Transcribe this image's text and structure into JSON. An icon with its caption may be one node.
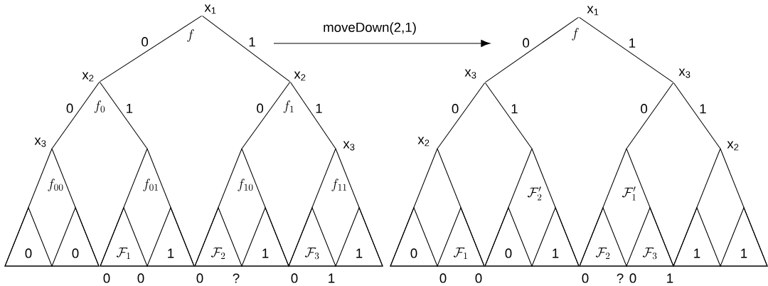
{
  "diagram": {
    "nodes": [
      {
        "text": [
          "x$_{1}$",
          "f"
        ]
      },
      {
        "text": [
          "x$_{2}$",
          "f_0"
        ]
      },
      {
        "text": [
          "x$_{2}$",
          "f_1"
        ]
      },
      {
        "text": [
          "f_{00}"
        ],
        "beside": [
          "x$_{3}$"
        ]
      },
      {
        "text": [
          "0"
        ],
        "in": 3
      },
      {
        "text": [
          "0"
        ],
        "in": 3
      },
      {
        "text": [
          "f_{01}"
        ]
      },
      {
        "text": [
          "\\mathcal{F}_1"
        ],
        "in": 6
      },
      {
        "text": [
          "1"
        ],
        "in": 6
      },
      {
        "text": [
          "f_{10}"
        ]
      },
      {
        "text": [
          "\\mathcal{F}_2"
        ],
        "in": 9
      },
      {
        "text": [
          "1"
        ],
        "in": 9
      },
      {
        "text": [
          "f_{11}"
        ],
        "beside": [
          "x$_{3}$"
        ]
      },
      {
        "text": [
          "\\mathcal{F}_3"
        ],
        "in": 12
      },
      {
        "text": [
          "1"
        ],
        "in": 12
      },
      {
        "text": [
          "x$_{1}$",
          "f"
        ]
      },
      {
        "text": [
          "x$_{3}$"
        ]
      },
      {
        "text": [
          "x$_{3}$"
        ]
      },
      {
        "text": [],
        "shape": "triangle",
        "beside": [
          "x$_{2}$"
        ]
      },
      {
        "text": [
          "0"
        ],
        "in": 18
      },
      {
        "text": [
          "\\mathcal{F}_1"
        ],
        "in": 18
      },
      {
        "text": [
          "\\mathcal{F}'_2"
        ]
      },
      {
        "text": [
          "0"
        ],
        "in": 21
      },
      {
        "text": [
          "1"
        ],
        "in": 21
      },
      {
        "text": [
          "\\mathcal{F}'_1"
        ]
      },
      {
        "text": [
          "\\mathcal{F}_2"
        ],
        "in": 24
      },
      {
        "text": [
          "\\mathcal{F}_3"
        ],
        "in": 24
      },
      {
        "text": [],
        "shape": "triangle",
        "beside": [
          "x$_{2}$"
        ]
      },
      {
        "text": [
          "1"
        ],
        "in": 27
      },
      {
        "text": [
          "1"
        ],
        "in": 27
      }
    ],
    "edges": [
      {
        "from": 0,
        "to": 1,
        "arrow": "none",
        "label": "0"
      },
      {
        "from": 0,
        "to": 2,
        "arrow": "none",
        "label": "1"
      },
      {
        "from": 1,
        "to": 3,
        "arrow": "none",
        "label": "0"
      },
      {
        "from": 1,
        "to": 6,
        "arrow": "none",
        "label": "1"
      },
      {
        "from": 2,
        "to": 9,
        "arrow": "none",
        "label": "0"
      },
      {
        "from": 2,
        "to": 12,
        "arrow": "none",
        "label": "1"
      },
      {
        "from": 15,
        "to": 16,
        "arrow": "none",
        "label": "0"
      },
      {
        "from": 15,
        "to": 17,
        "arrow": "none",
        "label": "1"
      },
      {
        "from": 16,
        "to": 18,
        "arrow": "none",
        "label": "0"
      },
      {
        "from": 16,
        "to": 21,
        "arrow": "none",
        "label": "1"
      },
      {
        "from": 17,
        "to": 24,
        "arrow": "none",
        "label": "0"
      },
      {
        "from": 17,
        "to": 27,
        "arrow": "none",
        "label": "1"
      }
    ],
    "labels": [
      "moveDown(2,1)",
      "0",
      "0",
      "0",
      "?",
      "0",
      "1",
      "0",
      "0",
      "0",
      "?",
      "0",
      "1"
    ]
  }
}
